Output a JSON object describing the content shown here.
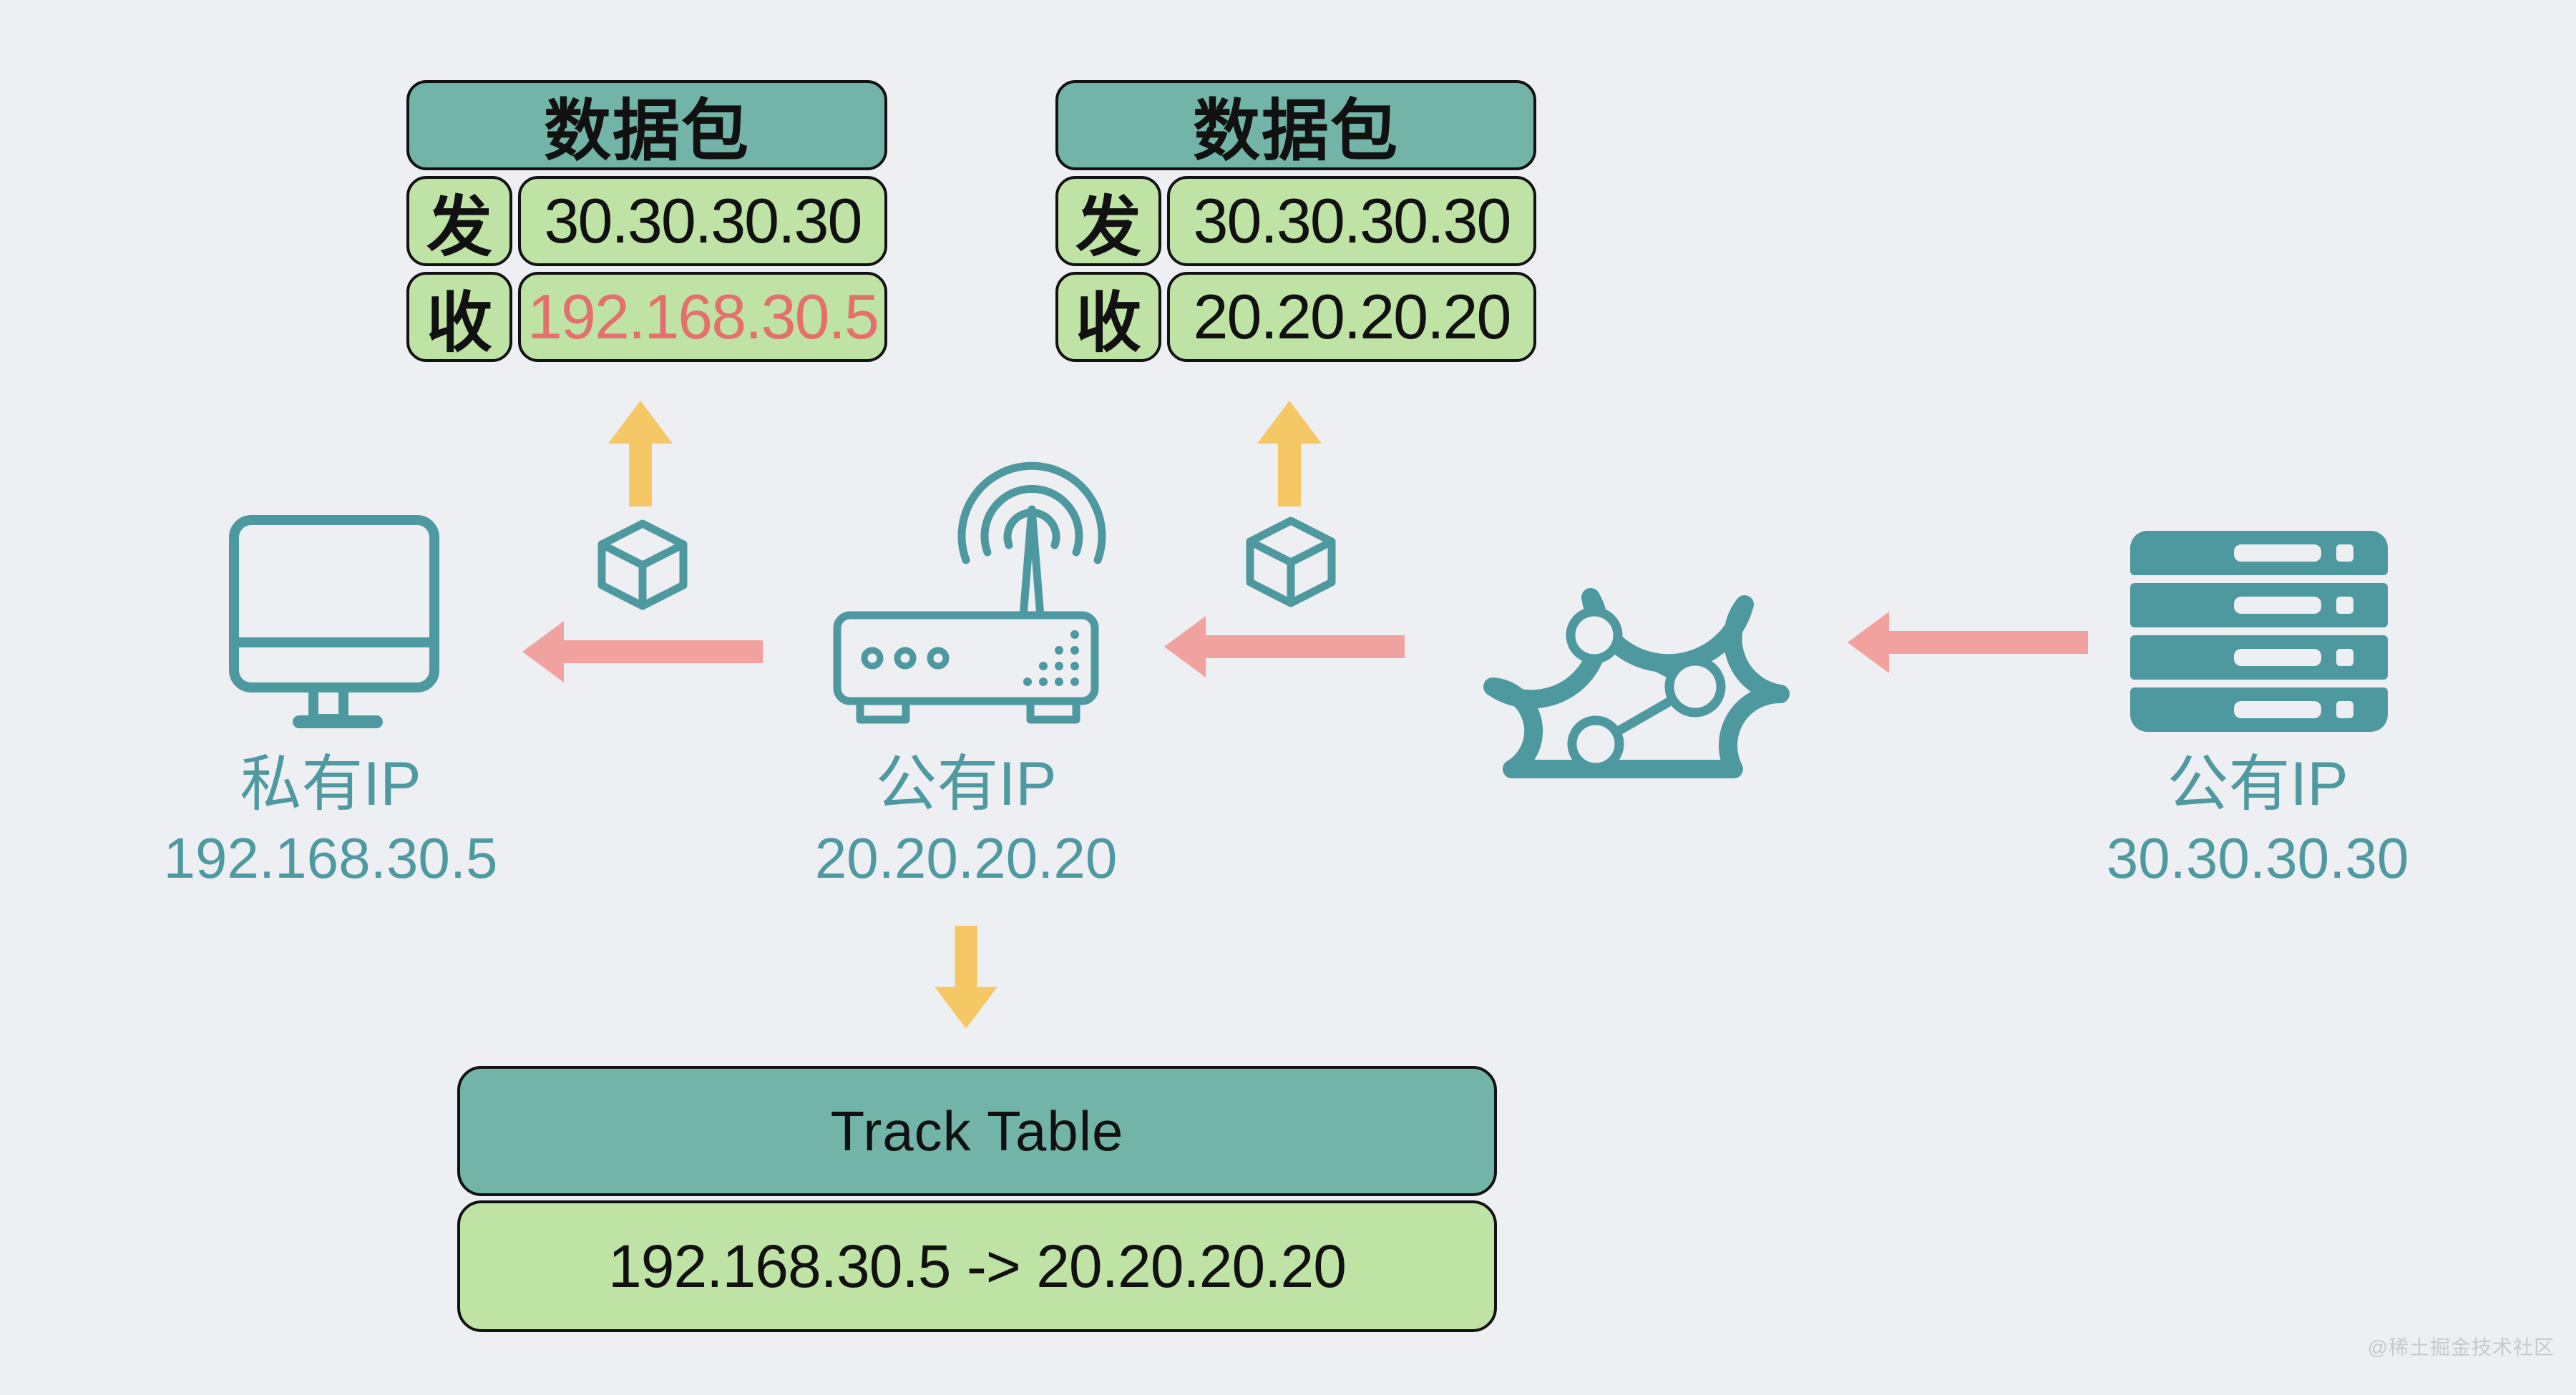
{
  "packet_tables": [
    {
      "title": "数据包",
      "rows": [
        {
          "label": "发",
          "value": "30.30.30.30"
        },
        {
          "label": "收",
          "value": "192.168.30.5",
          "value_color": "#e4706d"
        }
      ]
    },
    {
      "title": "数据包",
      "rows": [
        {
          "label": "发",
          "value": "30.30.30.30"
        },
        {
          "label": "收",
          "value": "20.20.20.20"
        }
      ]
    }
  ],
  "devices": {
    "computer": {
      "icon": "desktop-computer-icon",
      "label": "私有IP",
      "ip": "192.168.30.5"
    },
    "router": {
      "icon": "wifi-router-icon",
      "label": "公有IP",
      "ip": "20.20.20.20"
    },
    "cloud": {
      "icon": "internet-cloud-icon"
    },
    "server": {
      "icon": "server-icon",
      "label": "公有IP",
      "ip": "30.30.30.30"
    }
  },
  "arrows": {
    "pink_left_arrows": 3,
    "yellow_up_arrows": 2,
    "yellow_down_arrows": 1,
    "packet_cube_icons": 2
  },
  "track_table": {
    "title": "Track Table",
    "entry": "192.168.30.5 -> 20.20.20.20"
  },
  "watermark": "@稀土掘金技术社区",
  "colors": {
    "background": "#edeff2",
    "teal_header": "#72b5a8",
    "green_cell": "#bfe3a5",
    "icon_teal": "#4e99a0",
    "text_teal": "#4f9aa1",
    "arrow_pink": "#f2a29e",
    "arrow_yellow": "#f6c765",
    "highlight_red": "#e4706d",
    "watermark_gray": "#c6c9cd"
  }
}
